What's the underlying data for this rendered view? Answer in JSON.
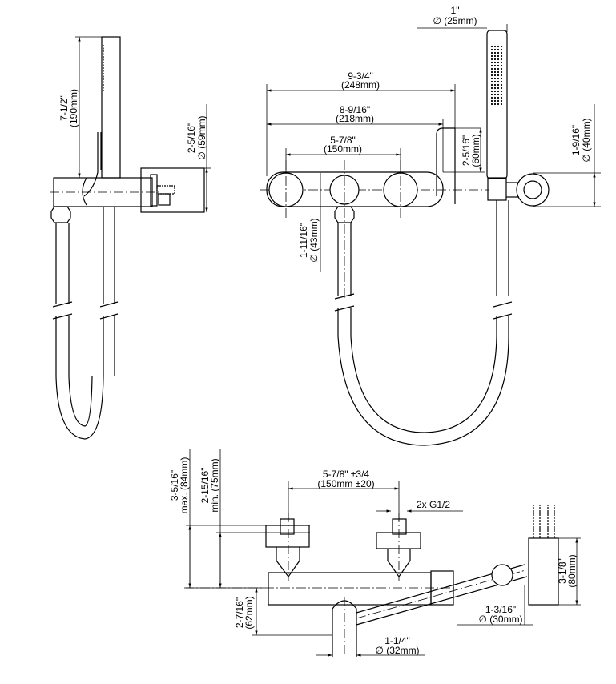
{
  "title": "Wall-mounted exposed shower mixer with hand shower - dimension drawing",
  "dimensions": {
    "handshower_diameter": {
      "imperial": "1\"",
      "metric": "∅ (25mm)"
    },
    "handshower_length": {
      "imperial": "7-1/2\"",
      "metric": "(190mm)"
    },
    "wall_flange_side": {
      "imperial": "2-5/16\"",
      "metric": "∅ (59mm)"
    },
    "overall_width": {
      "imperial": "9-3/4\"",
      "metric": "(248mm)"
    },
    "body_width": {
      "imperial": "8-9/16\"",
      "metric": "(218mm)"
    },
    "centers": {
      "imperial": "5-7/8\"",
      "metric": "(150mm)"
    },
    "diverter_height": {
      "imperial": "2-5/16\"",
      "metric": "(60mm)"
    },
    "holder_diameter": {
      "imperial": "1-9/16\"",
      "metric": "∅ (40mm)"
    },
    "handle_diameter": {
      "imperial": "1-11/16\"",
      "metric": "∅ (43mm)"
    },
    "max_projection": {
      "imperial": "3-5/16\"",
      "metric": "max. (84mm)"
    },
    "min_projection": {
      "imperial": "2-15/16\"",
      "metric": "min. (75mm)"
    },
    "inlet_centers": {
      "imperial": "5-7/8\" ±3/4",
      "metric": "(150mm ±20)"
    },
    "inlet_thread": "2x G1/2",
    "spout_drop": {
      "imperial": "2-7/16\"",
      "metric": "(62mm)"
    },
    "spout_diameter": {
      "imperial": "1-1/4\"",
      "metric": "∅ (32mm)"
    },
    "rail_diameter": {
      "imperial": "1-3/16\"",
      "metric": "∅ (30mm)"
    },
    "wall_mount_height": {
      "imperial": "3-1/8\"",
      "metric": "(80mm)"
    }
  }
}
